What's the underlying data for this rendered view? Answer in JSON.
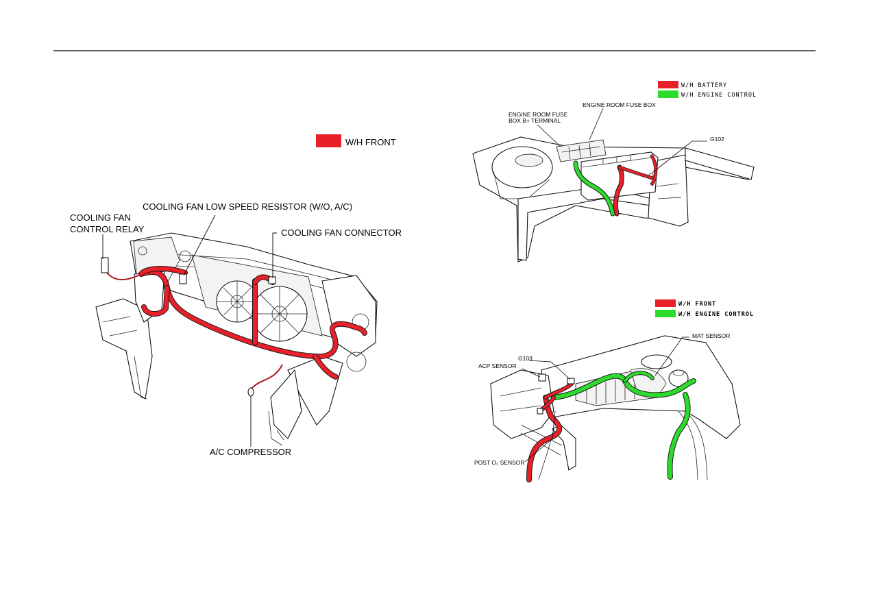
{
  "colors": {
    "front": "#e8202a",
    "battery": "#e8202a",
    "engine_control": "#2ddb2d",
    "wire_outline": "#1a1a1a"
  },
  "left_diagram": {
    "legend": [
      {
        "swatch_color": "#e8202a",
        "label": "W/H  FRONT"
      }
    ],
    "labels": {
      "fan_relay": [
        "COOLING FAN",
        "CONTROL RELAY"
      ],
      "low_speed_resistor": "COOLING FAN LOW SPEED RESISTOR (W/O, A/C)",
      "fan_connector": "COOLING FAN CONNECTOR",
      "ac_compressor": "A/C COMPRESSOR"
    }
  },
  "top_right_diagram": {
    "legend": [
      {
        "swatch_color": "#e8202a",
        "label": "W/H  BATTERY"
      },
      {
        "swatch_color": "#2ddb2d",
        "label": "W/H  ENGINE  CONTROL"
      }
    ],
    "labels": {
      "fuse_box_terminal": [
        "ENGINE ROOM FUSE",
        "BOX B+ TERMINAL"
      ],
      "fuse_box": "ENGINE ROOM FUSE BOX",
      "g102": "G102"
    }
  },
  "bottom_right_diagram": {
    "legend": [
      {
        "swatch_color": "#e8202a",
        "label": "W/H  FRONT"
      },
      {
        "swatch_color": "#2ddb2d",
        "label": "W/H  ENGINE  CONTROL"
      }
    ],
    "labels": {
      "mat_sensor": "MAT SENSOR",
      "g103": "G103",
      "acp_sensor": "ACP  SENSOR",
      "post_o2_sensor": "POST O₂ SENSOR"
    }
  }
}
